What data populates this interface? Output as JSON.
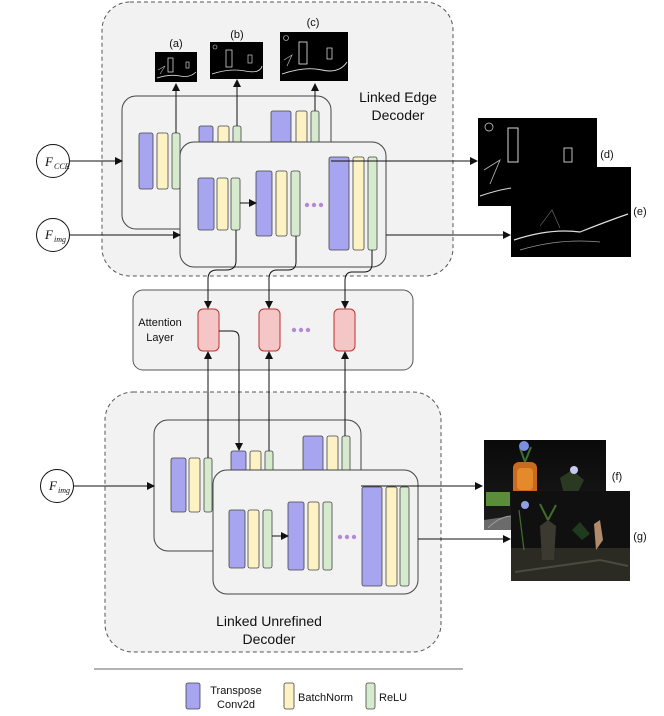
{
  "edge_decoder": {
    "title_line1": "Linked Edge",
    "title_line2": "Decoder"
  },
  "unrefined_decoder": {
    "title_line1": "Linked Unrefined",
    "title_line2": "Decoder"
  },
  "attention": {
    "title_line1": "Attention",
    "title_line2": "Layer"
  },
  "inputs": {
    "ccr": {
      "base": "F",
      "sub": "CCR"
    },
    "img_top": {
      "base": "F",
      "sub": "img"
    },
    "img_bottom": {
      "base": "F",
      "sub": "img"
    }
  },
  "outputs": {
    "a": "(a)",
    "b": "(b)",
    "c": "(c)",
    "d": "(d)",
    "e": "(e)",
    "f": "(f)",
    "g": "(g)"
  },
  "legend": {
    "transpose_line1": "Transpose",
    "transpose_line2": "Conv2d",
    "batchnorm": "BatchNorm",
    "relu": "ReLU"
  },
  "colors": {
    "transpose": "#a7a4f0",
    "batchnorm": "#fdf2c4",
    "relu": "#d6ebce",
    "attention": "#f5c6c6",
    "dots": "#b48ad6",
    "panel": "#f2f2f2"
  }
}
